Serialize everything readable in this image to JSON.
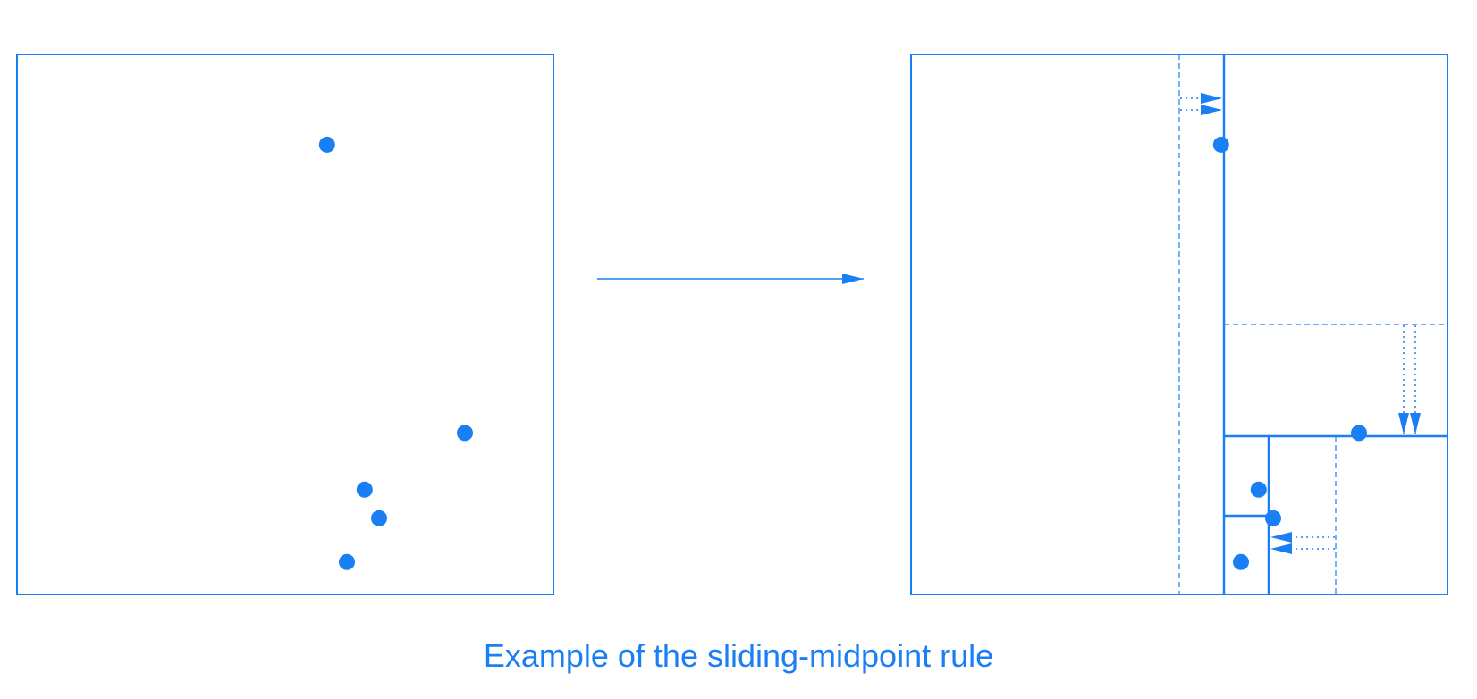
{
  "caption": "Example of the sliding-midpoint rule",
  "colors": {
    "accent": "#1a7ef5",
    "background": "#ffffff"
  },
  "points": [
    {
      "x": 0.578,
      "y": 0.833
    },
    {
      "x": 0.835,
      "y": 0.299
    },
    {
      "x": 0.648,
      "y": 0.194
    },
    {
      "x": 0.675,
      "y": 0.141
    },
    {
      "x": 0.615,
      "y": 0.06
    }
  ]
}
